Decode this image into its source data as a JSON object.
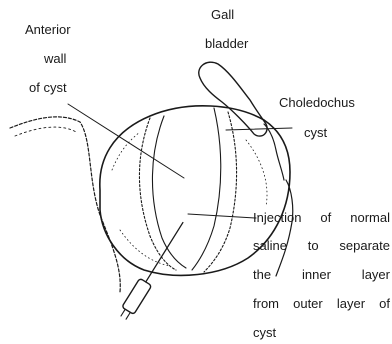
{
  "labels": {
    "anterior_wall": [
      "Anterior",
      "wall",
      "of cyst"
    ],
    "gall_bladder": [
      "Gall",
      "bladder"
    ],
    "choledochus": [
      "Choledochus",
      "cyst"
    ],
    "injection": [
      "Injection of normal",
      "saline to separate",
      "the inner layer",
      "from outer layer of",
      "cyst"
    ]
  },
  "colors": {
    "line": "#1a1a1a",
    "background": "#ffffff"
  }
}
